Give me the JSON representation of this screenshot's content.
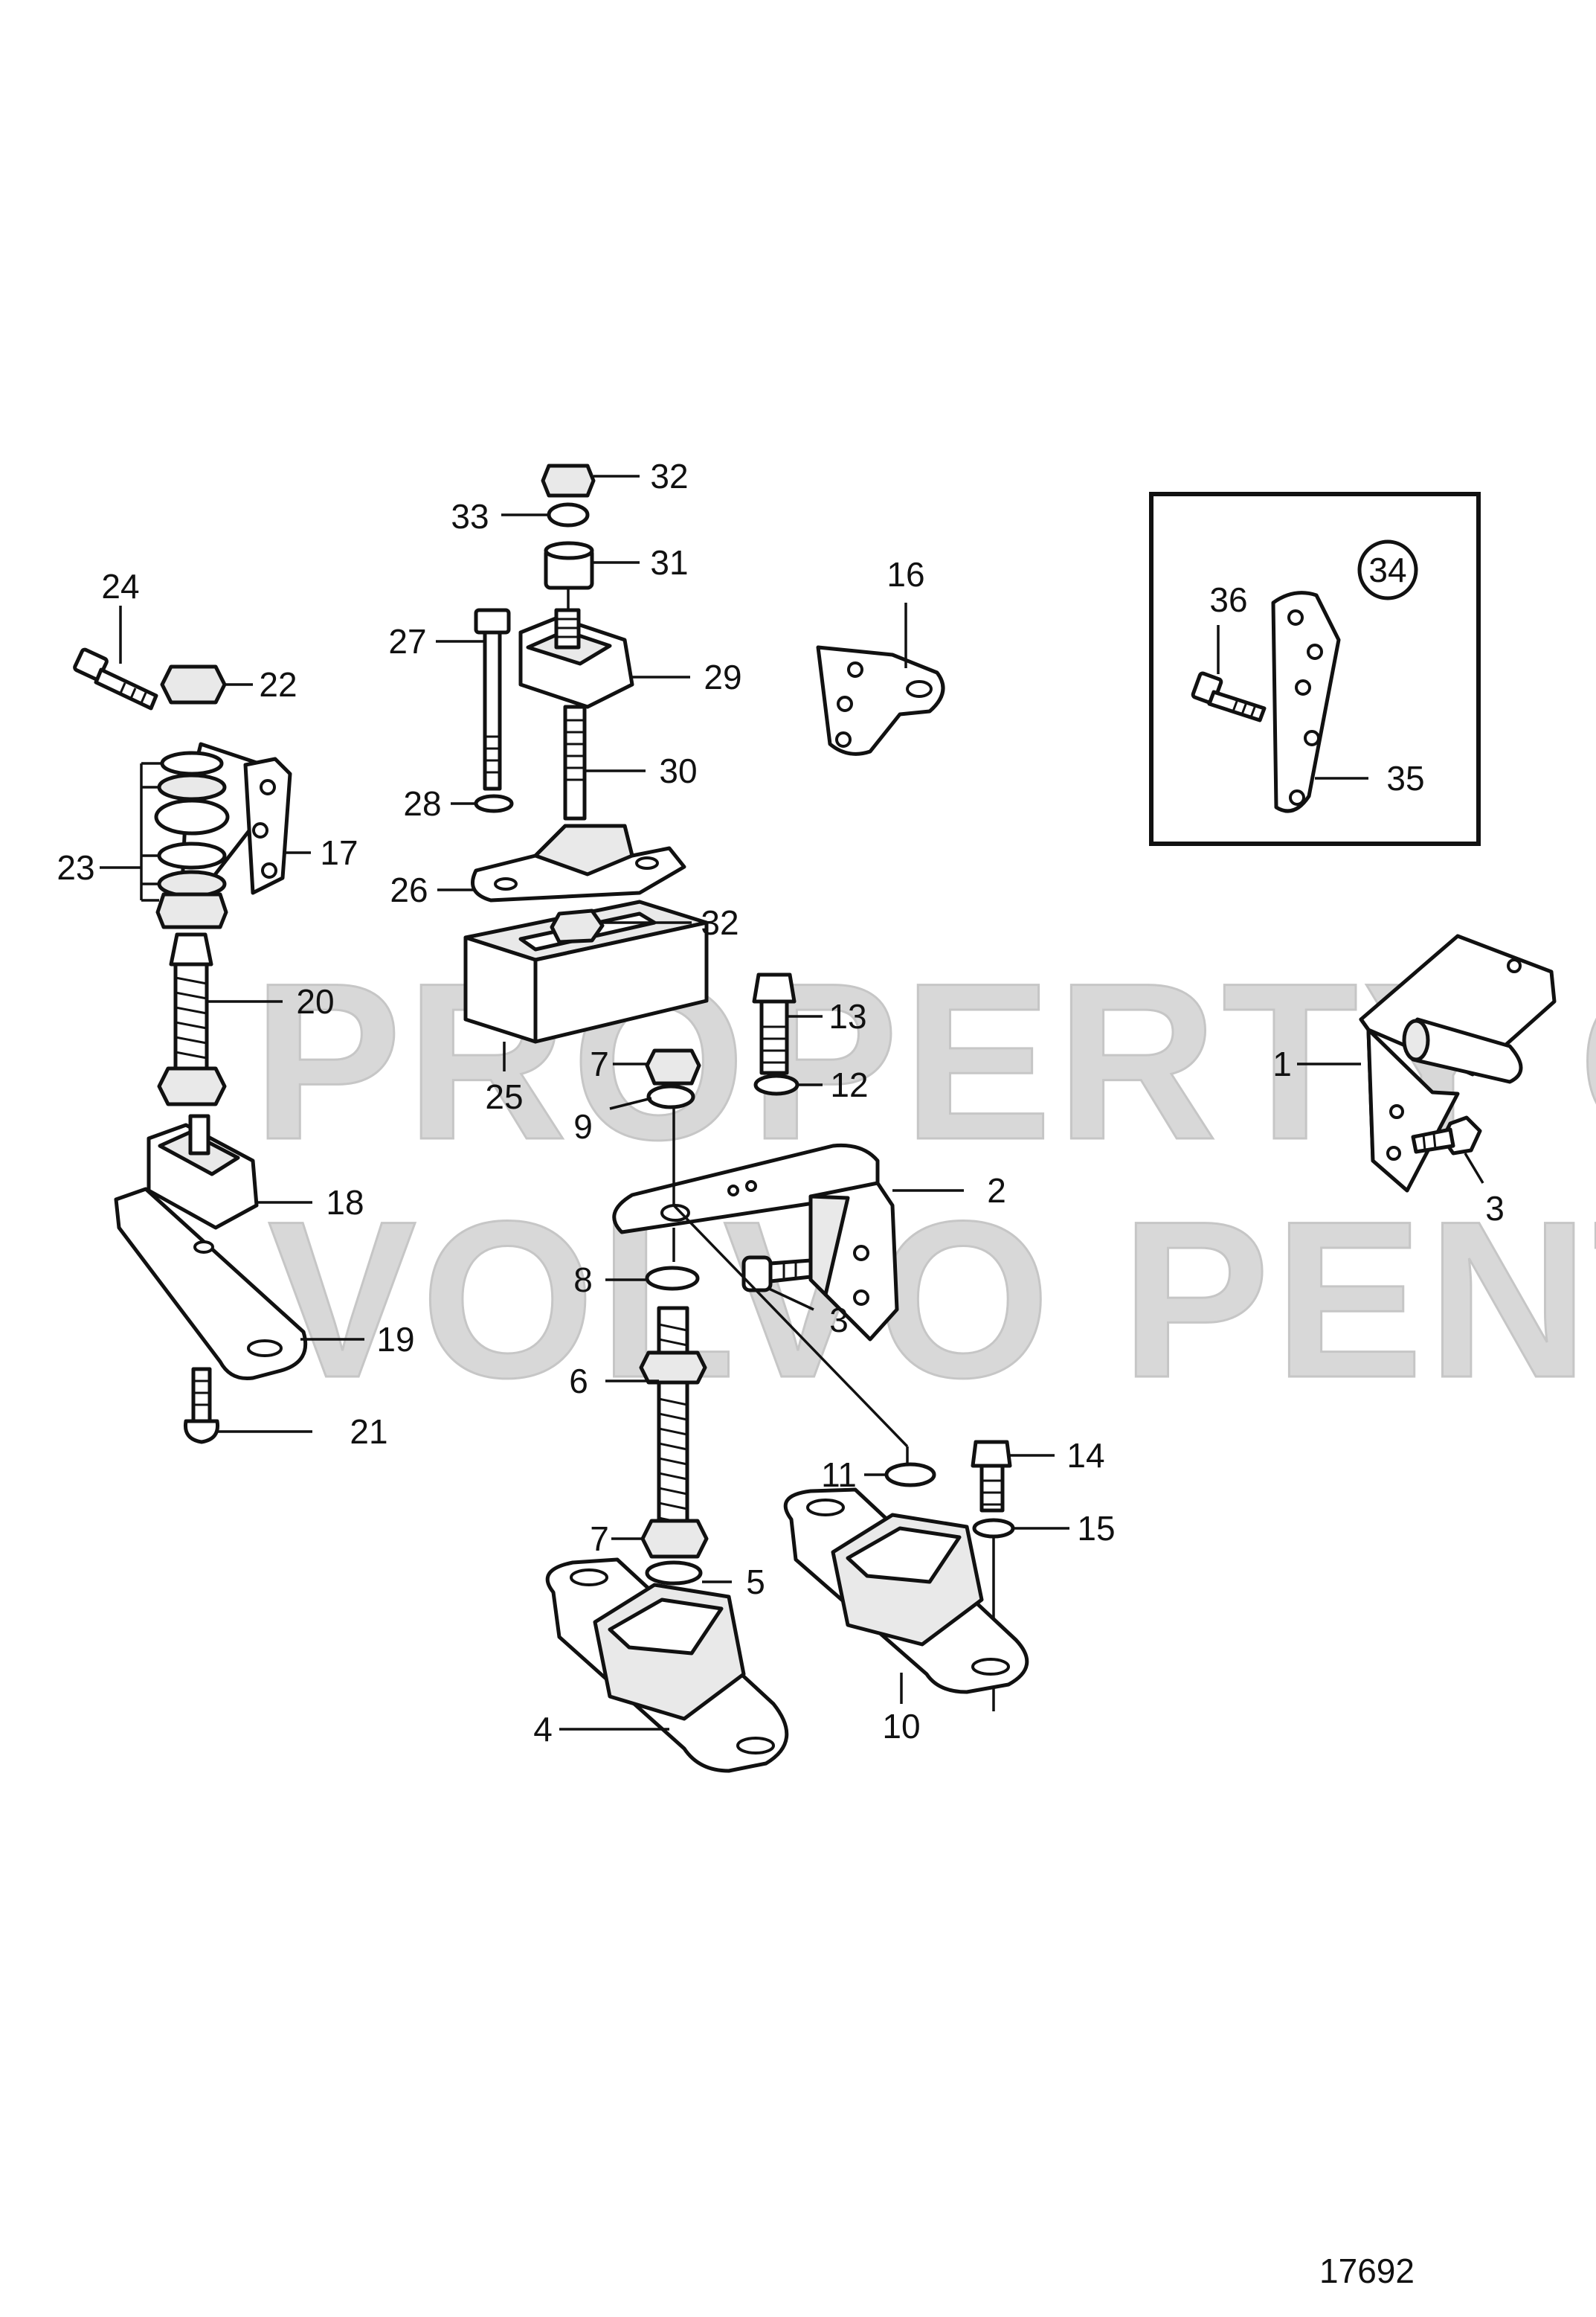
{
  "watermark": {
    "line1": "PROPERTY OF",
    "line2": "VOLVO PENTA"
  },
  "drawing_number": "17692",
  "inset": {
    "callout": "34"
  },
  "labels": {
    "l1": "1",
    "l2": "2",
    "l3a": "3",
    "l3b": "3",
    "l4": "4",
    "l5": "5",
    "l6": "6",
    "l7a": "7",
    "l7b": "7",
    "l8": "8",
    "l9": "9",
    "l10": "10",
    "l11": "11",
    "l12": "12",
    "l13": "13",
    "l14": "14",
    "l15": "15",
    "l16": "16",
    "l17": "17",
    "l18": "18",
    "l19": "19",
    "l20": "20",
    "l21": "21",
    "l22": "22",
    "l23": "23",
    "l24": "24",
    "l25": "25",
    "l26": "26",
    "l27": "27",
    "l28": "28",
    "l29": "29",
    "l30": "30",
    "l31": "31",
    "l32a": "32",
    "l32b": "32",
    "l33": "33",
    "l35": "35",
    "l36": "36"
  }
}
